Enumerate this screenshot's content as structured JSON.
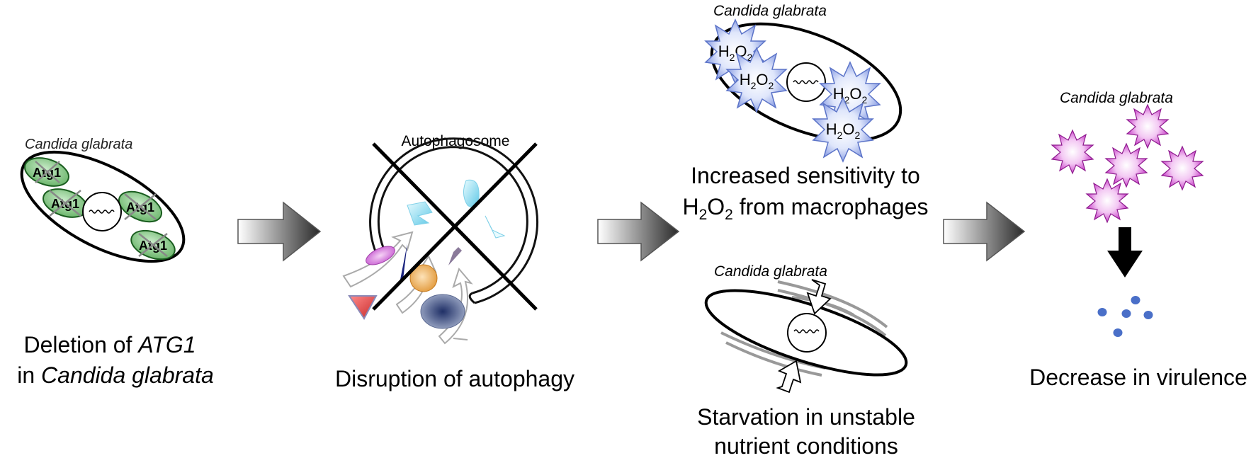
{
  "panel1": {
    "organism": "Candida glabrata",
    "protein": "Atg1",
    "caption_line1_prefix": "Deletion of ",
    "caption_line1_gene": "ATG1",
    "caption_line2_prefix": "in ",
    "caption_line2_organism": "Candida glabrata"
  },
  "panel2": {
    "structure_label": "Autophagosome",
    "caption": "Disruption of autophagy"
  },
  "panel3": {
    "organism_top": "Candida glabrata",
    "h2o2_label": "H",
    "h2o2_sub": "2",
    "h2o2_o": "O",
    "caption_a_line1": "Increased sensitivity to",
    "caption_a_line2_h": "H",
    "caption_a_line2_sub1": "2",
    "caption_a_line2_o": "O",
    "caption_a_line2_sub2": "2",
    "caption_a_line2_rest": " from macrophages",
    "organism_bottom": "Candida glabrata",
    "caption_b_line1": "Starvation in unstable",
    "caption_b_line2": "nutrient conditions"
  },
  "panel4": {
    "organism": "Candida glabrata",
    "caption": "Decrease in virulence"
  },
  "colors": {
    "green_fill": "#7fc47f",
    "green_stroke": "#2e7d32",
    "h2o2_blue": "#6f86d9",
    "magenta": "#c936c9",
    "dot_blue": "#4a6fc8"
  }
}
